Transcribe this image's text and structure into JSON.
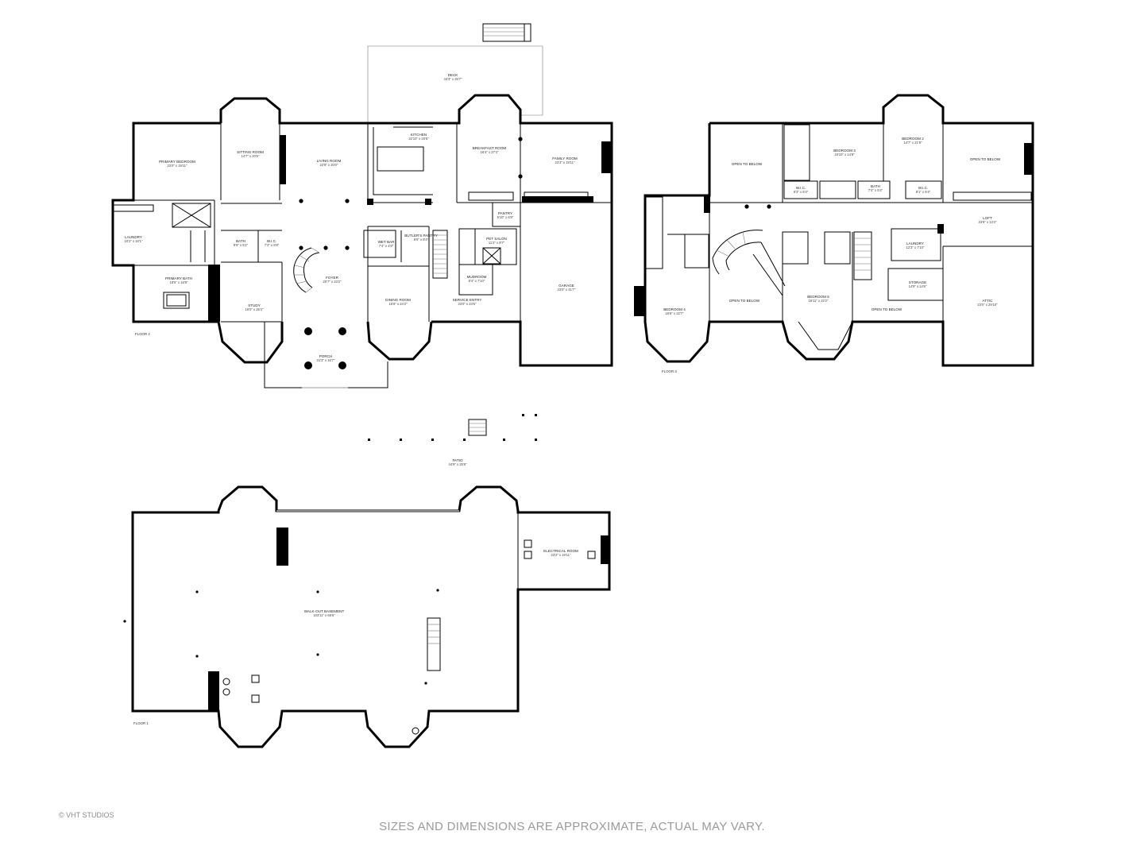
{
  "floor2": {
    "label": "FLOOR 2",
    "rooms": [
      {
        "name": "DECK",
        "dim": "44'3\" x 25'7\""
      },
      {
        "name": "KITCHEN",
        "dim": "22'10\" x 20'5\""
      },
      {
        "name": "BREAKFAST ROOM",
        "dim": "16'4\" x 27'4\""
      },
      {
        "name": "FAMILY ROOM",
        "dim": "23'3\" x 19'11\""
      },
      {
        "name": "PRIMARY BEDROOM",
        "dim": "22'0\" x 19'11\""
      },
      {
        "name": "SITTING ROOM",
        "dim": "14'7\" x 20'6\""
      },
      {
        "name": "LIVING ROOM",
        "dim": "22'8\" x 20'0\""
      },
      {
        "name": "LAUNDRY",
        "dim": "10'2\" x 16'1\""
      },
      {
        "name": "BATH",
        "dim": "8'9\" x 5'1\""
      },
      {
        "name": "W.I.C.",
        "dim": "7'3\" x 6'8\""
      },
      {
        "name": "PRIMARY BATH",
        "dim": "18'5\" x 16'8\""
      },
      {
        "name": "STUDY",
        "dim": "16'0\" x 25'4\""
      },
      {
        "name": "FOYER",
        "dim": "20'7\" x 23'2\""
      },
      {
        "name": "WET BAR",
        "dim": "7'4\" x 4'8\""
      },
      {
        "name": "BUTLER'S PANTRY",
        "dim": "8'5\" x 8'4\""
      },
      {
        "name": "DINING ROOM",
        "dim": "15'8\" x 24'2\""
      },
      {
        "name": "PANTRY",
        "dim": "5'10\" x 6'8\""
      },
      {
        "name": "PET SALON",
        "dim": "11'2\" x 8'7\""
      },
      {
        "name": "MUDROOM",
        "dim": "8'4\" x 7'10\""
      },
      {
        "name": "SERVICE ENTRY",
        "dim": "23'0\" x 23'6\""
      },
      {
        "name": "GARAGE",
        "dim": "23'0\" x 41'7\""
      },
      {
        "name": "PORCH",
        "dim": "31'3\" x 16'7\""
      }
    ]
  },
  "floor3": {
    "label": "FLOOR 3",
    "rooms": [
      {
        "name": "OPEN TO BELOW",
        "dim": ""
      },
      {
        "name": "BEDROOM 3",
        "dim": "19'10\" x 14'8\""
      },
      {
        "name": "BEDROOM 2",
        "dim": "14'7\" x 21'9\""
      },
      {
        "name": "OPEN TO BELOW",
        "dim": ""
      },
      {
        "name": "BATH",
        "dim": "7'4\" x 5'4\""
      },
      {
        "name": "W.I.C.",
        "dim": "8'1\" x 5'4\""
      },
      {
        "name": "W.I.C.",
        "dim": "8'3\" x 5'4\""
      },
      {
        "name": "LOFT",
        "dim": "23'6\" x 13'4\""
      },
      {
        "name": "LAUNDRY",
        "dim": "12'3\" x 7'10\""
      },
      {
        "name": "STORAGE",
        "dim": "14'9\" x 14'6\""
      },
      {
        "name": "ATTIC",
        "dim": "23'0\" x 29'10\""
      },
      {
        "name": "BEDROOM 4",
        "dim": "16'8\" x 22'7\""
      },
      {
        "name": "OPEN TO BELOW",
        "dim": ""
      },
      {
        "name": "BEDROOM 5",
        "dim": "16'11\" x 22'2\""
      },
      {
        "name": "OPEN TO BELOW",
        "dim": ""
      }
    ]
  },
  "floor1": {
    "label": "FLOOR 1",
    "rooms": [
      {
        "name": "PATIO",
        "dim": "44'9\" x 25'9\""
      },
      {
        "name": "ELECTRICAL ROOM",
        "dim": "23'2\" x 19'11\""
      },
      {
        "name": "WALK-OUT BASEMENT",
        "dim": "103'11\" x 66'6\""
      }
    ]
  },
  "footer": {
    "note": "SIZES AND DIMENSIONS ARE APPROXIMATE, ACTUAL MAY VARY.",
    "copyright": "© VHT STUDIOS"
  }
}
